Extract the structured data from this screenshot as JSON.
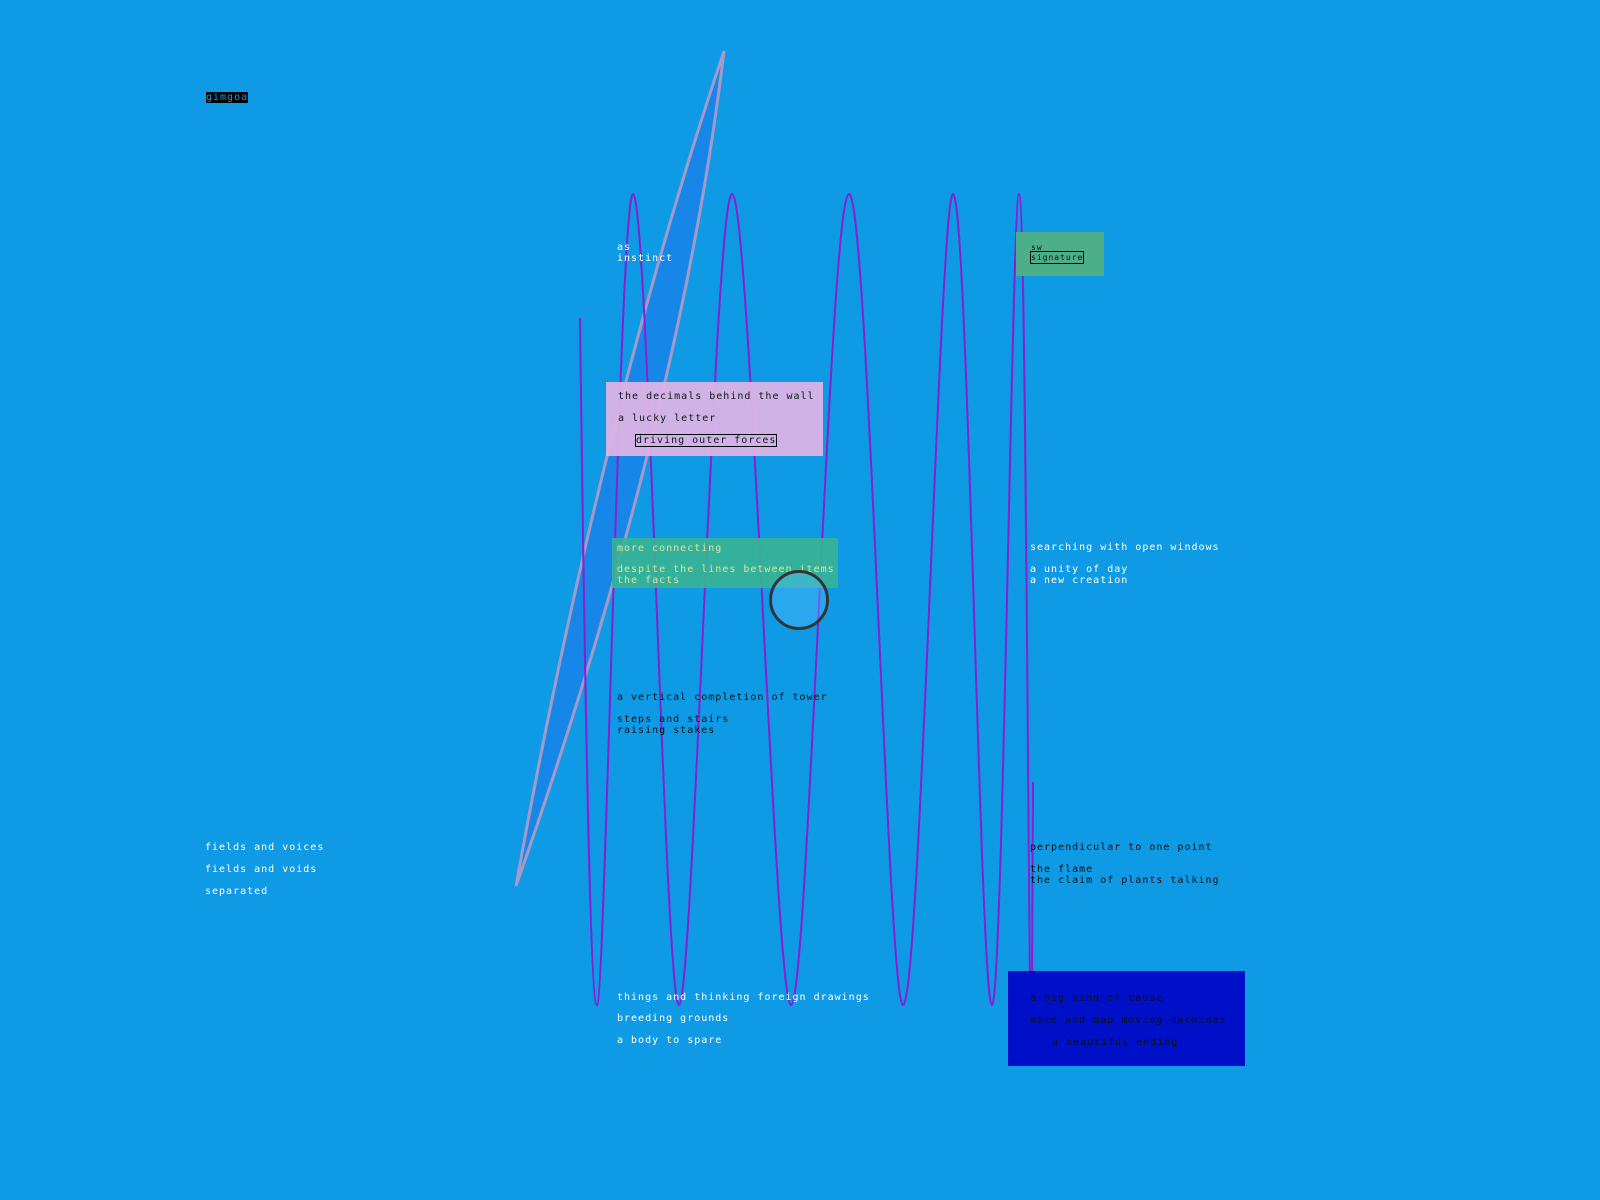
{
  "corner_label": "gimgoa",
  "top_center": [
    "as",
    "instinct"
  ],
  "pink_box": [
    "the decimals behind the wall",
    "a lucky letter",
    "driving outer forces"
  ],
  "green_box": [
    "more connecting",
    "despite the lines between items",
    "the facts"
  ],
  "middle": [
    "a vertical completion of tower",
    "steps and stairs",
    "raising stakes"
  ],
  "teal_box": [
    "sw",
    "signature"
  ],
  "right_upper": [
    "searching with open windows",
    "a unity of day",
    "a new creation"
  ],
  "right_lower": [
    "perpendicular to one point",
    "the flame",
    "the claim of plants talking"
  ],
  "blue_box": [
    "a big kind of cause",
    "make and map moving machines",
    "a beautiful ending"
  ],
  "bottom": [
    "things and thinking foreign drawings",
    "breeding grounds",
    "a body to spare"
  ],
  "left": [
    "fields and voices",
    "fields and voids",
    "separated"
  ],
  "colors": {
    "background": "#0f9ae6",
    "wave": "#8a1fd0",
    "pink": "#dcb4e6",
    "green": "#38b496",
    "navy": "#0010c8"
  }
}
